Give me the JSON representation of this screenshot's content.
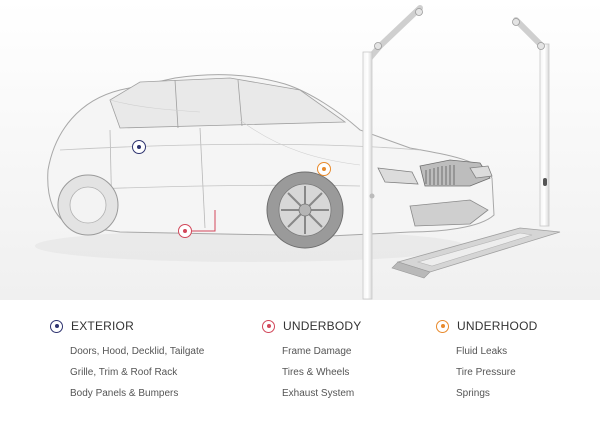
{
  "categories": [
    {
      "key": "exterior",
      "title": "EXTERIOR",
      "color": "#2f3470",
      "items": [
        "Doors, Hood, Decklid, Tailgate",
        "Grille, Trim & Roof Rack",
        "Body Panels & Bumpers"
      ]
    },
    {
      "key": "underbody",
      "title": "UNDERBODY",
      "color": "#d2475a",
      "items": [
        "Frame Damage",
        "Tires & Wheels",
        "Exhaust System"
      ]
    },
    {
      "key": "underhood",
      "title": "UNDERHOOD",
      "color": "#e88a2c",
      "items": [
        "Fluid Leaks",
        "Tire Pressure",
        "Springs"
      ]
    }
  ]
}
